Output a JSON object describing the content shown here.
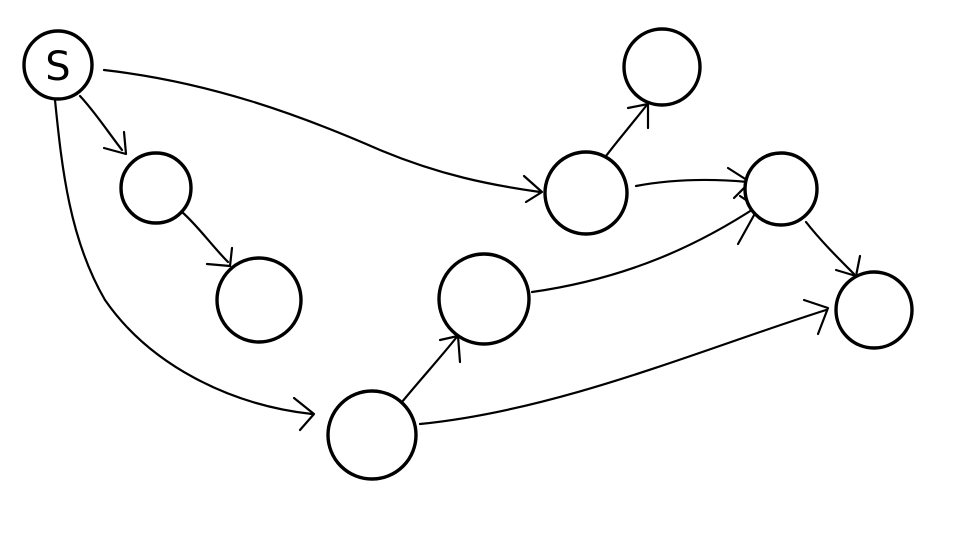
{
  "graph": {
    "stroke_color": "#000000",
    "background": "#ffffff",
    "nodes": [
      {
        "id": "s",
        "label": "S"
      },
      {
        "id": "a",
        "label": ""
      },
      {
        "id": "b",
        "label": ""
      },
      {
        "id": "c",
        "label": ""
      },
      {
        "id": "d",
        "label": ""
      },
      {
        "id": "e",
        "label": ""
      },
      {
        "id": "f",
        "label": ""
      },
      {
        "id": "g",
        "label": ""
      },
      {
        "id": "h",
        "label": ""
      }
    ],
    "edges": [
      {
        "from": "s",
        "to": "a"
      },
      {
        "from": "a",
        "to": "b"
      },
      {
        "from": "s",
        "to": "d"
      },
      {
        "from": "s",
        "to": "c"
      },
      {
        "from": "d",
        "to": "e"
      },
      {
        "from": "d",
        "to": "f"
      },
      {
        "from": "c",
        "to": "g"
      },
      {
        "from": "c",
        "to": "h"
      },
      {
        "from": "g",
        "to": "f"
      },
      {
        "from": "f",
        "to": "h"
      }
    ]
  }
}
